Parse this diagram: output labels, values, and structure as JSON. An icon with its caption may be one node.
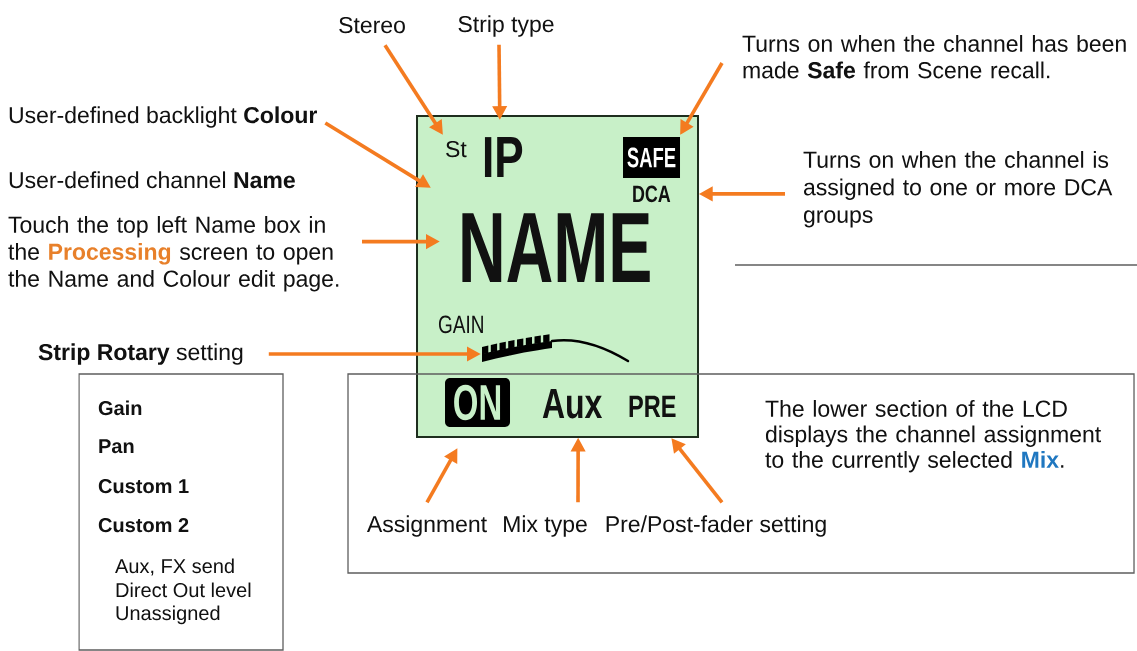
{
  "diagram": {
    "nodes": [
      {
        "text": [
          "Stereo"
        ]
      },
      {
        "text": [
          "Strip type"
        ]
      },
      {
        "text": [
          "Turns on when the channel has been made **Safe** from Scene recall."
        ]
      },
      {
        "text": [
          "User-defined backlight **Colour**"
        ]
      },
      {
        "text": [
          "User-defined channel **Name**",
          "Touch the top left Name box in the **Processing** screen to open the Name and Colour edit page."
        ]
      },
      {
        "text": [
          "Turns on when the channel is assigned to one or more DCA groups"
        ]
      },
      {
        "text": [
          "**Strip Rotary** setting"
        ]
      },
      {
        "text": [],
        "shape": "box"
      },
      {
        "text": [
          "St"
        ],
        "in": 7
      },
      {
        "text": [
          "IP"
        ],
        "in": 7
      },
      {
        "text": [
          "SAFE"
        ],
        "in": 7
      },
      {
        "text": [
          "DCA"
        ],
        "in": 7
      },
      {
        "text": [
          "NAME"
        ],
        "in": 7
      },
      {
        "text": [
          "GAIN"
        ],
        "in": 7
      },
      {
        "text": [],
        "shape": "picture",
        "in": 7
      },
      {
        "text": [
          "ON"
        ]
      },
      {
        "text": [
          "Aux"
        ]
      },
      {
        "text": [
          "PRE"
        ]
      },
      {
        "text": [
          "Gain",
          "Pan",
          "Custom 1",
          "Custom 2",
          "Aux, FX send",
          "Direct Out level",
          "Unassigned"
        ]
      },
      {
        "text": [
          "The lower section of the LCD displays the channel assignment to the currently selected **Mix**."
        ]
      },
      {
        "text": [
          "Assignment"
        ],
        "in": 19
      },
      {
        "text": [
          "Mix type"
        ],
        "in": 19
      },
      {
        "text": [
          "Pre/Post-fader setting"
        ],
        "in": 19
      }
    ],
    "edges": [
      {
        "from": 0,
        "to": 8,
        "arrow": "to"
      },
      {
        "from": 1,
        "to": 9,
        "arrow": "to"
      },
      {
        "from": 2,
        "to": 10,
        "arrow": "to"
      },
      {
        "from": 3,
        "to": 7,
        "arrow": "to"
      },
      {
        "from": 5,
        "to": 11,
        "arrow": "to"
      },
      {
        "from": 4,
        "to": 12,
        "arrow": "to"
      },
      {
        "from": 6,
        "to": 14,
        "arrow": "to"
      },
      {
        "from": 20,
        "to": 15,
        "arrow": "to"
      },
      {
        "from": 21,
        "to": 16,
        "arrow": "to"
      },
      {
        "from": 22,
        "to": 17,
        "arrow": "to"
      }
    ]
  }
}
